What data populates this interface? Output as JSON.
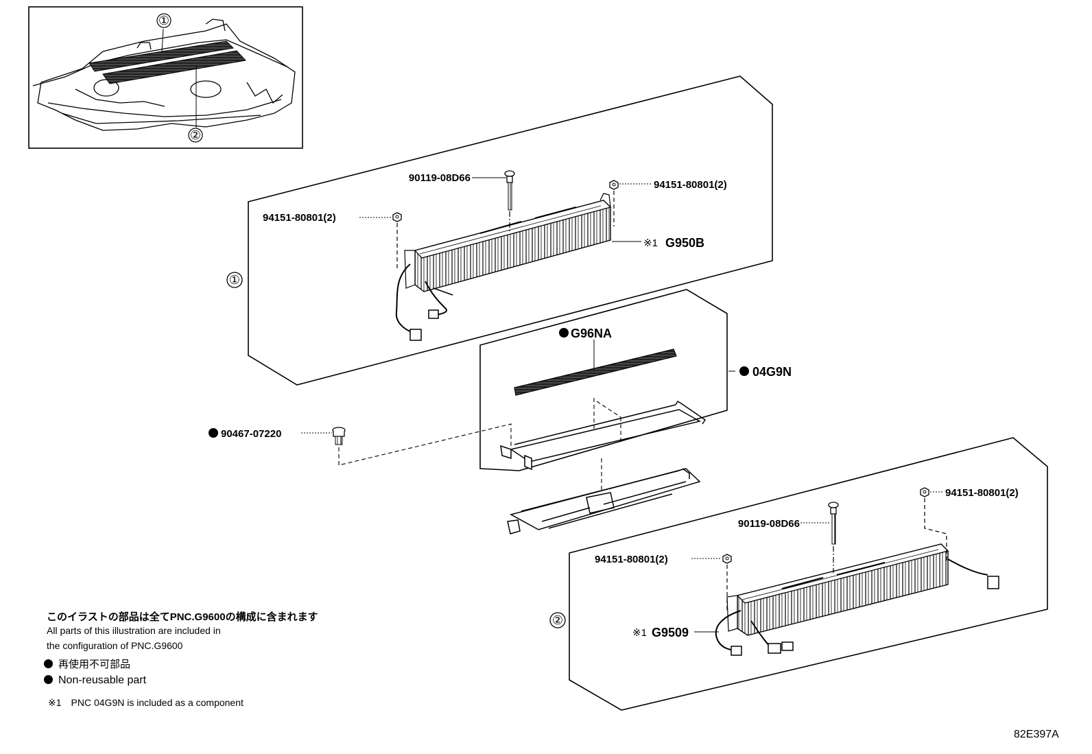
{
  "inset": {
    "callout_1": "①",
    "callout_2": "②"
  },
  "assembly_1": {
    "callout": "①",
    "bolt_part": "90119-08D66",
    "nut_left_part": "94151-80801(2)",
    "nut_right_part": "94151-80801(2)",
    "module_mark": "※1",
    "module_part": "G950B"
  },
  "kit_04g9n": {
    "kit_part": "04G9N",
    "seal_part": "G96NA",
    "clip_part": "90467-07220"
  },
  "assembly_2": {
    "callout": "②",
    "bolt_part": "90119-08D66",
    "nut_left_part": "94151-80801(2)",
    "nut_right_part": "94151-80801(2)",
    "module_mark": "※1",
    "module_part": "G9509"
  },
  "notes": {
    "japanese": "このイラストの部品は全てPNC.G9600の構成に含まれます",
    "english_line1": "All parts of this illustration are included in",
    "english_line2": "the configuration of PNC.G9600",
    "legend_japanese": "再使用不可部品",
    "legend_english": "Non-reusable part",
    "footnote_mark": "※1",
    "footnote_text": "PNC 04G9N is included as a component"
  },
  "figure_code": "82E397A",
  "colors": {
    "ink": "#000000",
    "paper": "#ffffff"
  },
  "icons": {
    "non_reusable_marker": "filled-circle-icon"
  }
}
